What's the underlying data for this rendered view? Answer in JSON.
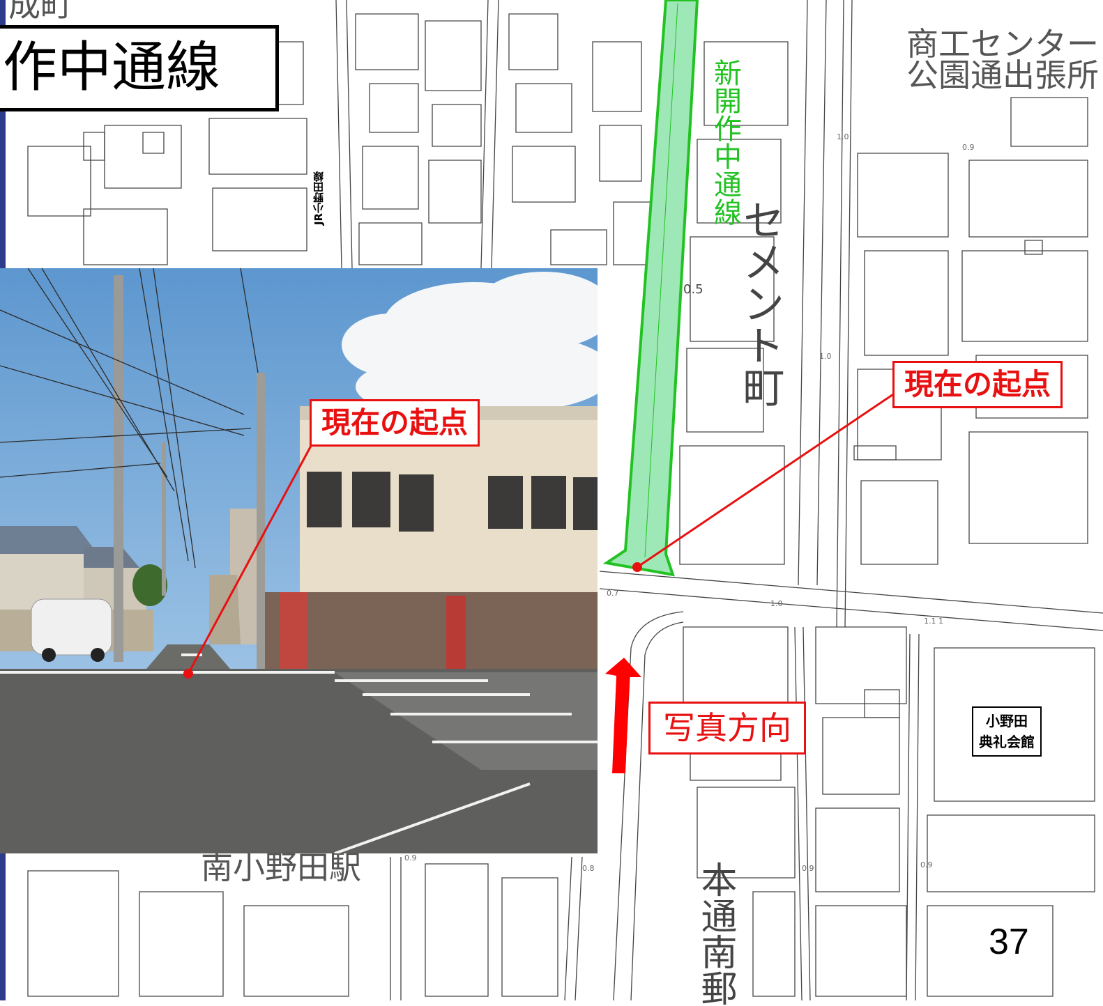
{
  "title": "作中通線",
  "map_labels": {
    "top_left_town": "成町",
    "shoko_center": "商工センター",
    "park_branch": "公園通出張所",
    "new_road": "新開作中通線",
    "cement_town": "セメント町",
    "station": "南小野田駅",
    "honmachi_post": "本通南郵",
    "rail_line": "JR小野田線",
    "elev_05": "0.5"
  },
  "callouts": {
    "start_point_photo": "現在の起点",
    "start_point_map": "現在の起点",
    "photo_direction": "写真方向"
  },
  "building": {
    "line1": "小野田",
    "line2": "典礼会館"
  },
  "page_number": "37",
  "colors": {
    "accent_red": "#e81010",
    "road_green": "#22c222",
    "sidebar_blue": "#2e3a8c"
  },
  "icons": {
    "direction_arrow": "arrow-up-icon",
    "marker": "red-dot-marker"
  }
}
